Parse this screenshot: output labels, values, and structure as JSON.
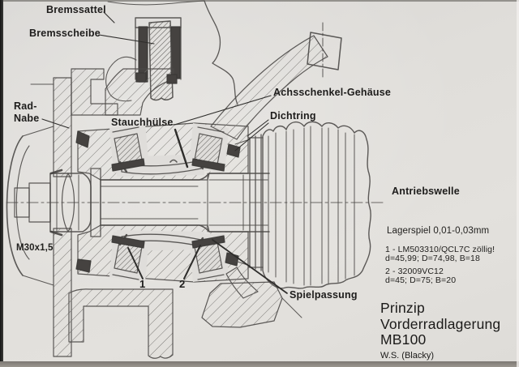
{
  "diagram": {
    "callouts": {
      "bremssattel": "Bremssattel",
      "bremsscheibe": "Bremsscheibe",
      "rad_nabe_line1": "Rad-",
      "rad_nabe_line2": "Nabe",
      "stauchhuelse": "Stauchhülse",
      "achsschenkel_gehaeuse": "Achsschenkel-Gehäuse",
      "dichtring": "Dichtring",
      "antriebswelle": "Antriebswelle",
      "spielpassung": "Spielpassung",
      "thread_size": "M30x1,5",
      "bearing_marker_1": "1",
      "bearing_marker_2": "2"
    },
    "notes": {
      "lagerspiel": "Lagerspiel 0,01-0,03mm",
      "bearing1_id": "1 - LM503310/QCL7C zöllig!",
      "bearing1_dims": "d=45,99; D=74,98, B=18",
      "bearing2_id": "2 - 32009VC12",
      "bearing2_dims": "d=45; D=75; B=20"
    },
    "title_block": {
      "line1": "Prinzip",
      "line2": "Vorderradlagerung",
      "line3": "MB100",
      "author": "W.S. (Blacky)"
    },
    "colors": {
      "paper": "#dfddda",
      "ink": "#4b4947",
      "text": "#1d1c1b",
      "dark_fill": "#454240",
      "bottom_edge": "#948f89"
    }
  }
}
